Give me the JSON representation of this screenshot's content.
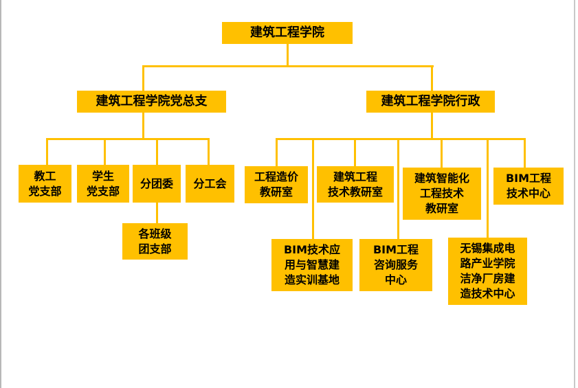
{
  "root": "建筑工程学院",
  "party": {
    "title": "建筑工程学院党总支",
    "units": [
      "教工\n党支部",
      "学生\n党支部",
      "分团委",
      "分工会"
    ],
    "sub": "各班级\n团支部"
  },
  "admin": {
    "title": "建筑工程学院行政",
    "units": [
      "工程造价\n教研室",
      "BIM技术应\n用与智慧建\n造实训基地",
      "建筑工程\n技术教研室",
      "BIM工程\n咨询服务\n中心",
      "建筑智能化\n工程技术\n教研室",
      "无锡集成电\n路产业学院\n洁净厂房建\n造技术中心",
      "BIM工程\n技术中心"
    ]
  },
  "colors": {
    "box": "#ffc000",
    "line": "#ffc000"
  }
}
